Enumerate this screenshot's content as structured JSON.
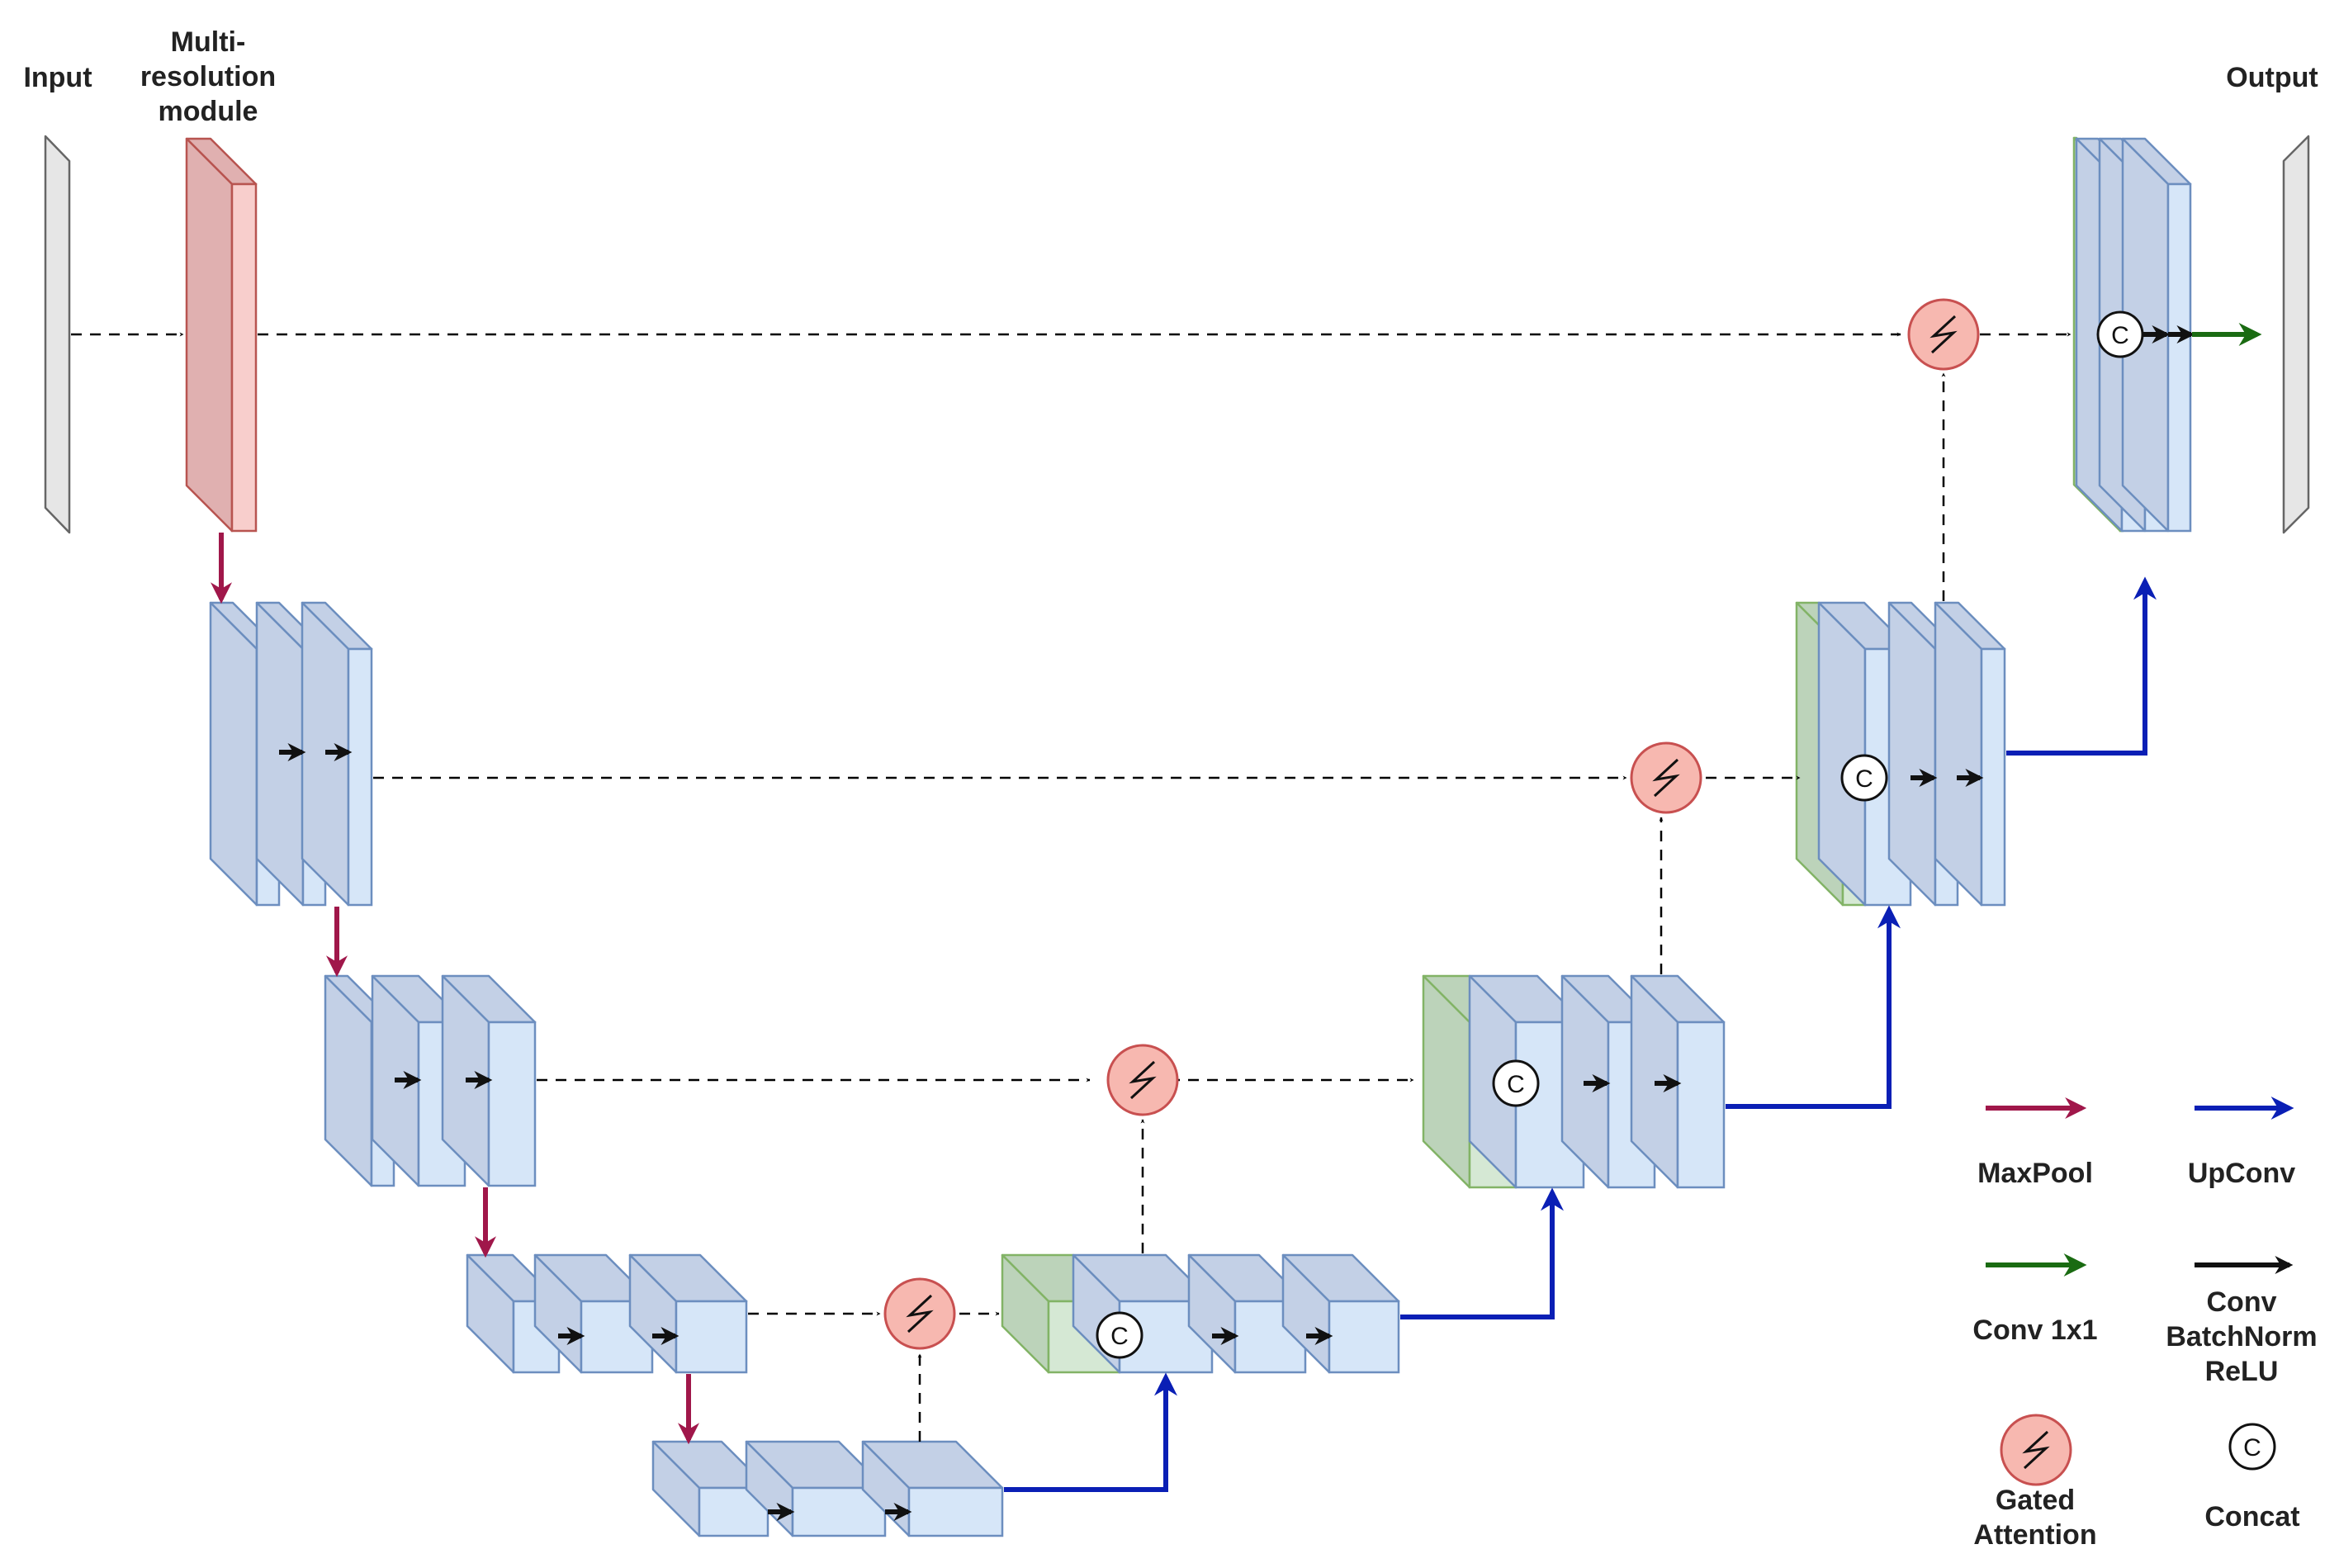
{
  "labels": {
    "input": "Input",
    "multires_l1": "Multi-",
    "multires_l2": "resolution",
    "multires_l3": "module",
    "output": "Output"
  },
  "legend": {
    "maxpool": "MaxPool",
    "upconv": "UpConv",
    "conv1x1": "Conv 1x1",
    "conv_l1": "Conv",
    "conv_l2": "BatchNorm",
    "conv_l3": "ReLU",
    "gated_l1": "Gated",
    "gated_l2": "Attention",
    "concat": "Concat"
  },
  "concat_symbol": "C",
  "colors": {
    "maxpool": "#a0174a",
    "upconv": "#0a1fb5",
    "conv1x1": "#1a6b12",
    "conv": "#111111",
    "gate_fill": "#f7b8b0",
    "gate_stroke": "#c85050",
    "block_fill": "#d6e6f8",
    "block_side": "#c3d0e6",
    "block_stroke": "#6c8ebf",
    "green_fill": "#d5e8d4",
    "green_side": "#bcd3ba",
    "green_stroke": "#82b366",
    "red_fill": "#f8cecc",
    "red_side": "#e0b0b0",
    "red_stroke": "#b85450",
    "gray_fill": "#e6e6e6",
    "gray_stroke": "#666666"
  },
  "icons": {
    "gate": "gated-attention-icon",
    "concat": "concat-icon"
  }
}
